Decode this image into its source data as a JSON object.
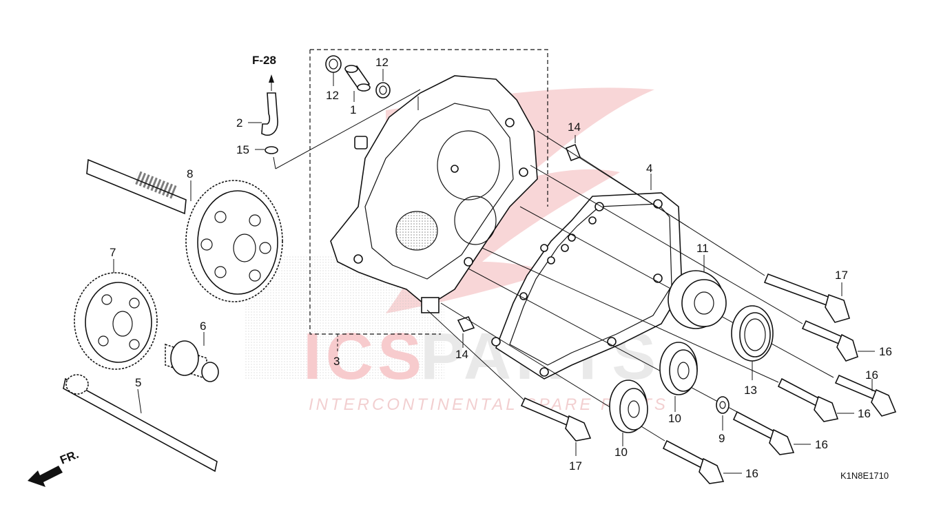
{
  "diagram": {
    "reference": "F-28",
    "diagram_code": "K1N8E1710",
    "front_label": "FR.",
    "callouts": [
      "1",
      "2",
      "3",
      "4",
      "5",
      "6",
      "7",
      "8",
      "9",
      "10",
      "10",
      "11",
      "12",
      "12",
      "13",
      "14",
      "14",
      "15",
      "16",
      "16",
      "16",
      "16",
      "16",
      "17",
      "17"
    ]
  },
  "watermark": {
    "brand": "ICSPARTS",
    "brand_part_a": "ICS",
    "brand_part_b": "PARTS",
    "tagline": "INTERCONTINENTAL SPARE PARTS",
    "accent_color": "#d9252b",
    "grey_color": "#bdbdbd"
  }
}
